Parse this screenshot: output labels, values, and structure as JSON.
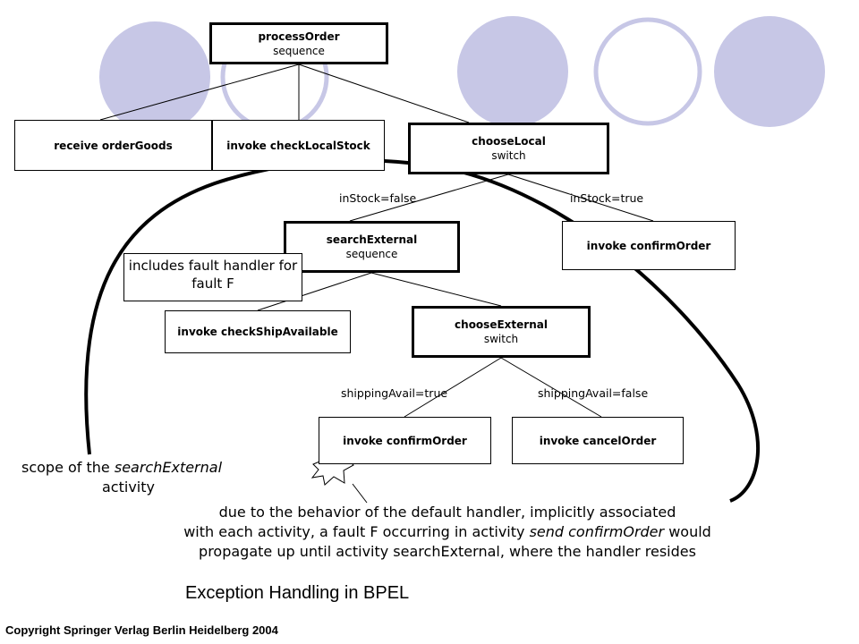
{
  "nodes": {
    "process_order": {
      "name": "processOrder",
      "type": "sequence"
    },
    "receive_order_goods": {
      "name": "receive orderGoods"
    },
    "invoke_check_local_stock": {
      "name": "invoke checkLocalStock"
    },
    "choose_local": {
      "name": "chooseLocal",
      "type": "switch"
    },
    "search_external": {
      "name": "searchExternal",
      "type": "sequence"
    },
    "invoke_confirm_order_top": {
      "name": "invoke confirmOrder"
    },
    "invoke_check_ship_available": {
      "name": "invoke checkShipAvailable"
    },
    "choose_external": {
      "name": "chooseExternal",
      "type": "switch"
    },
    "invoke_confirm_order_bottom": {
      "name": "invoke confirmOrder"
    },
    "invoke_cancel_order": {
      "name": "invoke cancelOrder"
    }
  },
  "edge_labels": {
    "in_stock_false": "inStock=false",
    "in_stock_true": "inStock=true",
    "shipping_true": "shippingAvail=true",
    "shipping_false": "shippingAvail=false"
  },
  "callout": "includes fault handler for fault F",
  "scope_label": {
    "before": "scope of the ",
    "activity": "searchExternal",
    "after": " activity"
  },
  "explanation": {
    "line1": "due to the behavior of the default handler, implicitly associated",
    "line2_before": "with each activity, a fault F occurring in activity ",
    "line2_em": "send confirmOrder",
    "line2_after": " would",
    "line3": "propagate up until activity searchExternal, where the handler resides"
  },
  "heading": "Exception Handling in BPEL",
  "copyright": "Copyright Springer Verlag Berlin Heidelberg 2004",
  "colors": {
    "decor_circle_fill": "#c7c7e6",
    "decor_circle_stroke": "#c7c7e6",
    "background": "#ffffff"
  }
}
